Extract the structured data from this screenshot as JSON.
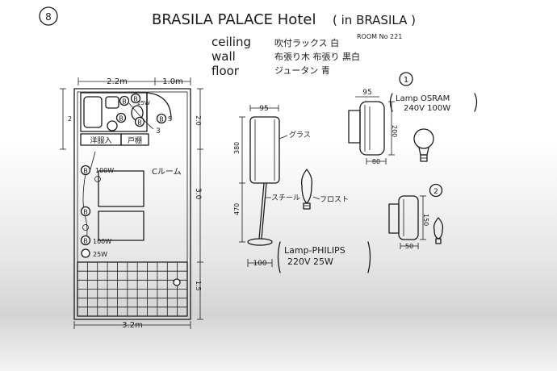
{
  "page_number": "8",
  "title": "BRASILA PALACE Hotel",
  "location": "( in BRASILA )",
  "room_no": "ROOM No 221",
  "finishes": [
    {
      "label": "ceiling",
      "value": "吹付ラックス 白"
    },
    {
      "label": "wall",
      "value": "布張り木  布張り 黒白"
    },
    {
      "label": "floor",
      "value": "ジュータン 青"
    }
  ],
  "plan": {
    "dim_top_left": "2.2m",
    "dim_top_right": "1.0m",
    "dim_bottom": "3.2m",
    "dim_right_1": "2.0",
    "dim_right_2": "3.0",
    "dim_right_3": "1.5",
    "dim_left": "2",
    "closet_left": "洋服入",
    "closet_right": "戸棚",
    "room_label": "Cルーム",
    "fixtures": [
      "B",
      "B",
      "B",
      "B",
      "B",
      "B",
      "B",
      "B"
    ],
    "wattage_1": "100W",
    "wattage_2": "100W",
    "wattage_3": "25W",
    "wattage_4": "25W",
    "spot_label": "S",
    "num_3": "3"
  },
  "floor_lamp": {
    "dim_width": "95",
    "dim_base": "100",
    "dim_shade": "380",
    "dim_pole": "470",
    "glass_label": "グラス",
    "steel_label": "スチール",
    "frost_label": "フロスト",
    "lamp_label": "Lamp-PHILIPS",
    "lamp_spec": "220V 25W"
  },
  "wall_lamp_1": {
    "index": "1",
    "dim_width": "95",
    "dim_height": "200",
    "dim_depth": "80",
    "lamp_label": "Lamp OSRAM",
    "lamp_spec": "240V 100W"
  },
  "wall_lamp_2": {
    "index": "2",
    "dim_height": "150",
    "dim_depth": "50"
  }
}
